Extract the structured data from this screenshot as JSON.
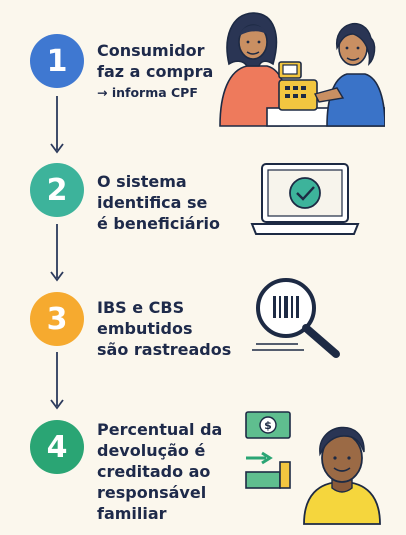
{
  "steps": [
    {
      "number": "1",
      "lines": [
        "Consumidor",
        "faz a compra"
      ],
      "sub": "→ informa CPF",
      "color": "#3f78d1",
      "icon": "consumer-cashier-illustration"
    },
    {
      "number": "2",
      "lines": [
        "O sistema",
        "identifica se",
        "é beneficiário"
      ],
      "color": "#3db39b",
      "icon": "laptop-checkmark-icon"
    },
    {
      "number": "3",
      "lines": [
        "IBS e CBS",
        "embutidos",
        "são rastreados"
      ],
      "color": "#f6aa2f",
      "icon": "barcode-magnifier-icon"
    },
    {
      "number": "4",
      "lines": [
        "Percentual da",
        "devolução é",
        "creditado ao",
        "responsável",
        "familiar"
      ],
      "color": "#2aa574",
      "icon": "money-refund-person-illustration"
    }
  ],
  "colors": {
    "background": "#fbf7ed",
    "text": "#1e2a4a",
    "arrow": "#2c3a5c",
    "outline": "#1d2a44"
  }
}
